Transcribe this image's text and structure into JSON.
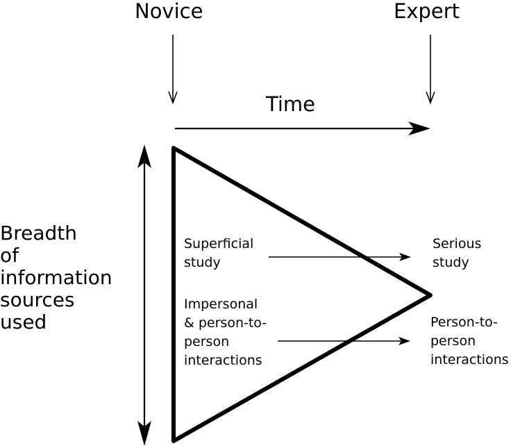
{
  "labels": {
    "novice": "Novice",
    "expert": "Expert",
    "time": "Time",
    "breadth": [
      "Breadth",
      "of",
      "information",
      "sources",
      "used"
    ],
    "superficial": [
      "Superficial",
      "study"
    ],
    "serious": [
      "Serious",
      "study"
    ],
    "impersonal": [
      "Impersonal",
      "& person-to-",
      "person",
      "interactions"
    ],
    "person_to_person": [
      "Person-to-",
      "person",
      "interactions"
    ]
  },
  "colors": {
    "stroke": "#000000",
    "background": "#ffffff"
  }
}
